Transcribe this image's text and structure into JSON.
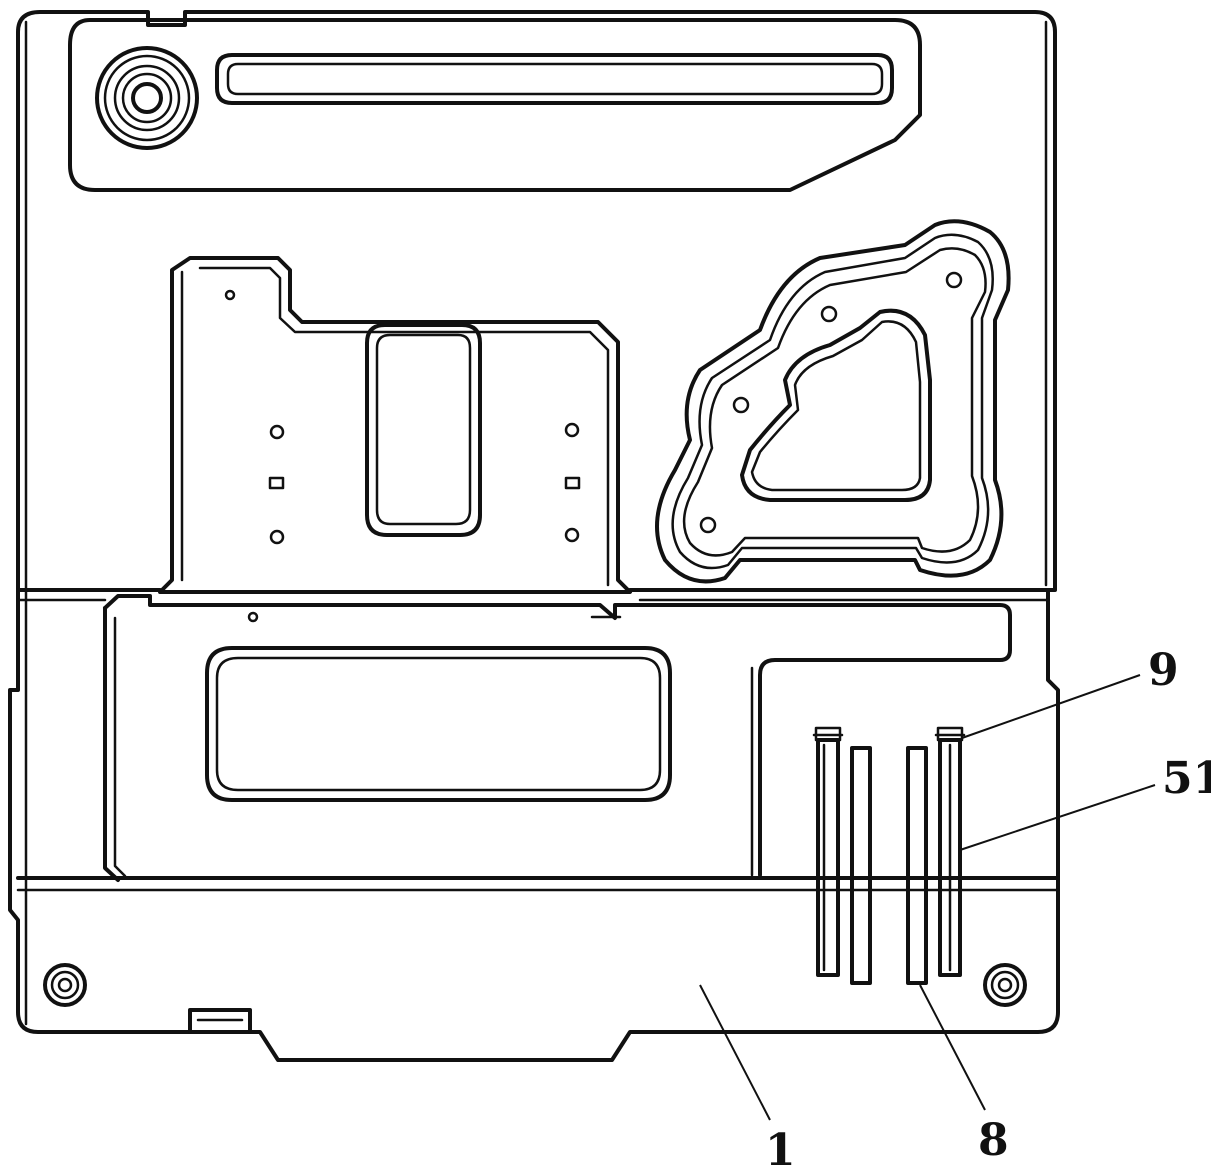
{
  "figure": {
    "callouts": [
      {
        "id": "label-1",
        "text": "1"
      },
      {
        "id": "label-8",
        "text": "8"
      },
      {
        "id": "label-9",
        "text": "9"
      },
      {
        "id": "label-51",
        "text": "51"
      }
    ]
  },
  "style": {
    "line_color": "#111111",
    "background": "#ffffff"
  }
}
